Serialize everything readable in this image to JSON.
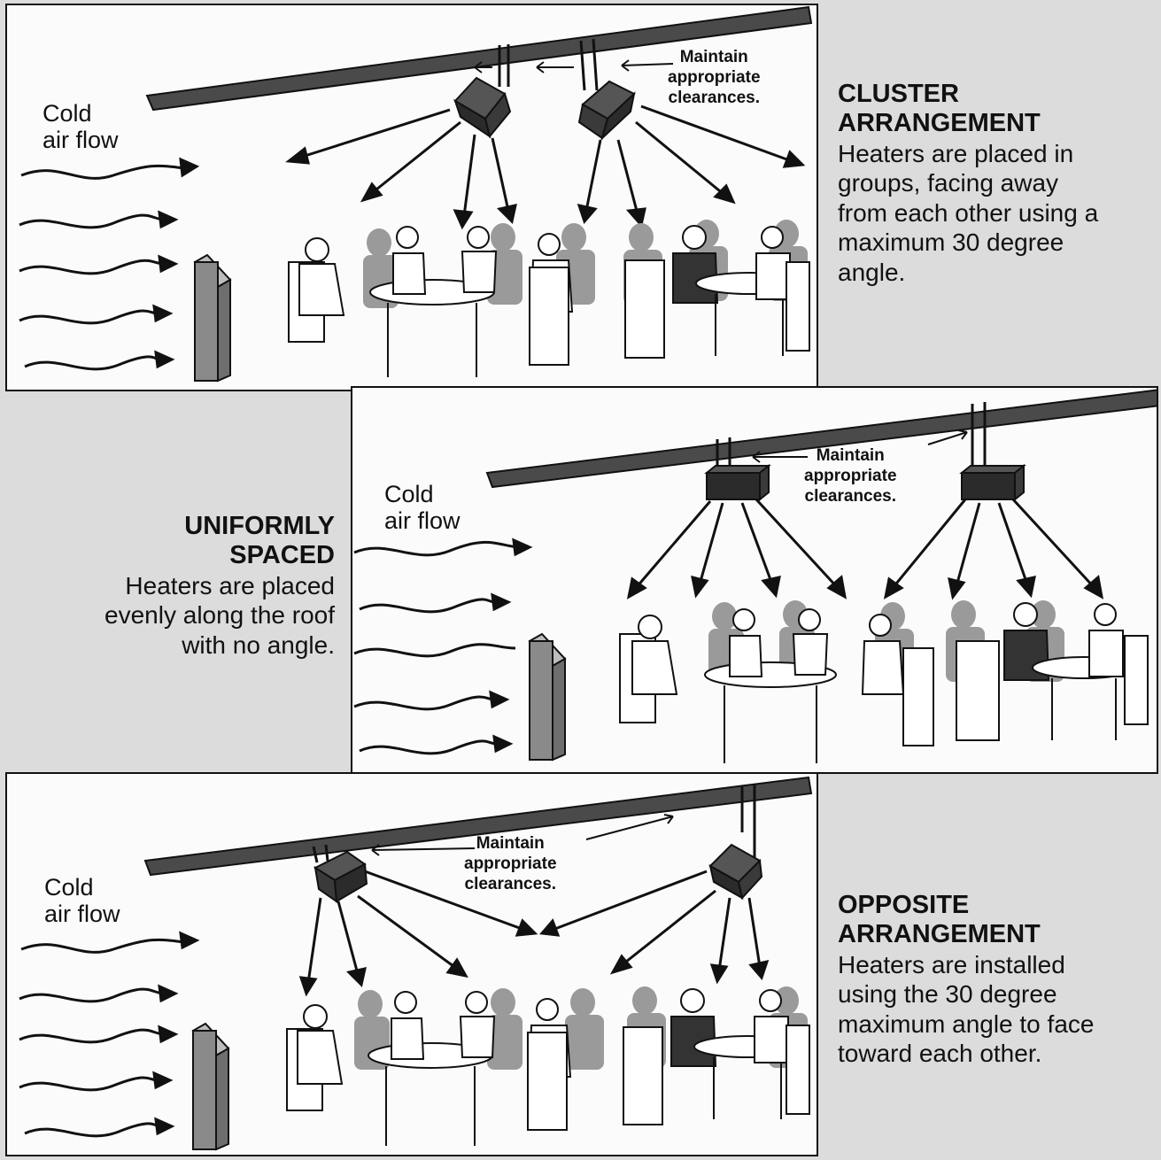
{
  "panels": {
    "cluster": {
      "cold_air": [
        "Cold",
        "air flow"
      ],
      "clearance": [
        "Maintain",
        "appropriate",
        "clearances."
      ],
      "title": [
        "CLUSTER",
        "ARRANGEMENT"
      ],
      "description": [
        "Heaters are placed in",
        "groups, facing away",
        "from each other using a",
        "maximum 30 degree",
        "angle."
      ]
    },
    "uniform": {
      "cold_air": [
        "Cold",
        "air flow"
      ],
      "clearance": [
        "Maintain",
        "appropriate",
        "clearances."
      ],
      "title": [
        "UNIFORMLY",
        "SPACED"
      ],
      "description": [
        "Heaters are placed",
        "evenly along the roof",
        "with no angle."
      ]
    },
    "opposite": {
      "cold_air": [
        "Cold",
        "air flow"
      ],
      "clearance": [
        "Maintain",
        "appropriate",
        "clearances."
      ],
      "title": [
        "OPPOSITE",
        "ARRANGEMENT"
      ],
      "description": [
        "Heaters are installed",
        "using the 30 degree",
        "maximum angle to face",
        "toward each other."
      ]
    }
  },
  "colors": {
    "ink": "#111111",
    "roof": "#4a4a4a",
    "heater": "#2b2b2b",
    "wall": "#8a8a8a",
    "shadow": "#9a9a9a",
    "paper": "#fbfbfb"
  },
  "icons": [
    "heater-icon",
    "arrow-icon",
    "wind-icon",
    "wind-barrier-icon",
    "diners-icon"
  ]
}
